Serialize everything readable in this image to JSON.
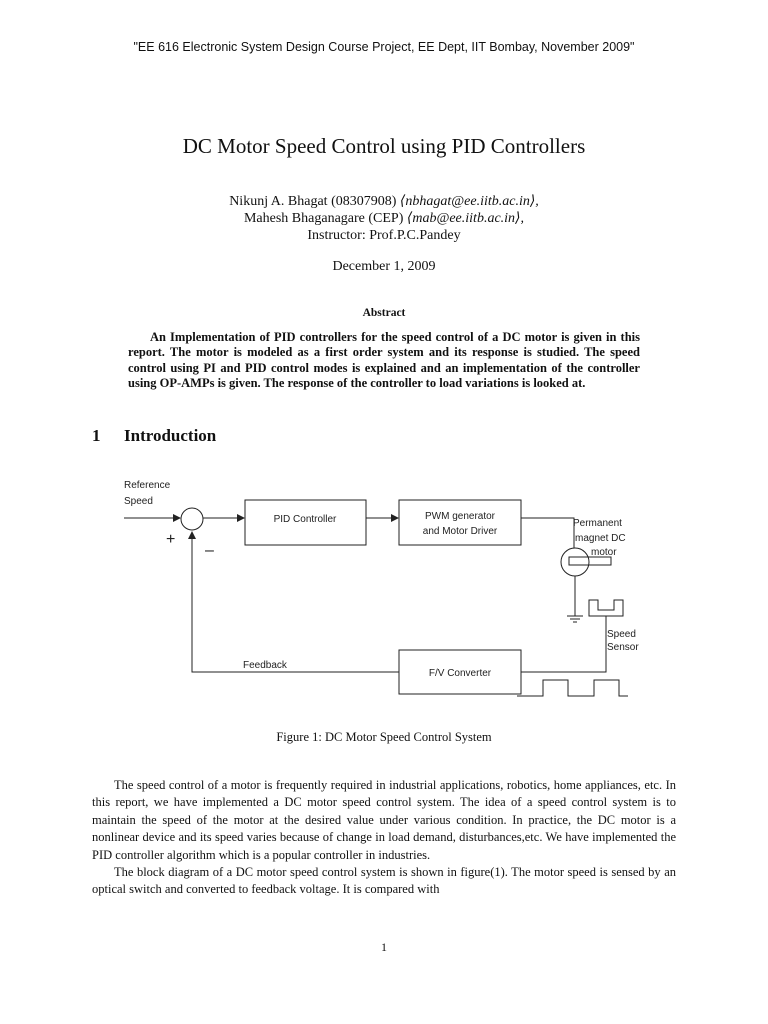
{
  "header_note": "\"EE 616 Electronic System Design Course Project, EE Dept, IIT Bombay, November 2009\"",
  "title": "DC Motor Speed Control using PID Controllers",
  "authors": [
    {
      "name": "Nikunj A. Bhagat (08307908)",
      "email": "⟨nbhagat@ee.iitb.ac.in⟩,"
    },
    {
      "name": "Mahesh Bhaganagare (CEP)",
      "email": "⟨mab@ee.iitb.ac.in⟩,"
    }
  ],
  "instructor": "Instructor: Prof.P.C.Pandey",
  "date": "December 1, 2009",
  "abstract": {
    "heading": "Abstract",
    "text": "An Implementation of PID controllers for the speed control of a DC motor is given in this report. The motor is modeled as a first order system and its response is studied. The speed control using PI and PID control modes is explained and an implementation of the controller using OP-AMPs is given. The response of the controller to load variations is looked at."
  },
  "section": {
    "number": "1",
    "title": "Introduction"
  },
  "figure": {
    "labels": {
      "reference_line1": "Reference",
      "reference_line2": "Speed",
      "plus": "+",
      "minus": "–",
      "pid": "PID Controller",
      "pwm_line1": "PWM generator",
      "pwm_line2": "and Motor Driver",
      "motor_line1": "Permanent",
      "motor_line2": "magnet DC",
      "motor_line3": "motor",
      "sensor_line1": "Speed",
      "sensor_line2": "Sensor",
      "feedback": "Feedback",
      "fv": "F/V Converter"
    },
    "caption": "Figure 1: DC Motor Speed Control System"
  },
  "body": [
    "The speed control of a motor is frequently required in industrial applications, robotics, home appliances, etc. In this report, we have implemented a DC motor speed control system. The idea of a speed control system is to maintain the speed of the motor at the desired value under various condition. In practice, the DC motor is a nonlinear device and its speed varies because of change in load demand, disturbances,etc. We have implemented the PID controller algorithm which is a popular controller in industries.",
    "The block diagram of a DC motor speed control system is shown in figure(1). The motor speed is sensed by an optical switch and converted to feedback voltage. It is compared with"
  ],
  "page_number": "1"
}
